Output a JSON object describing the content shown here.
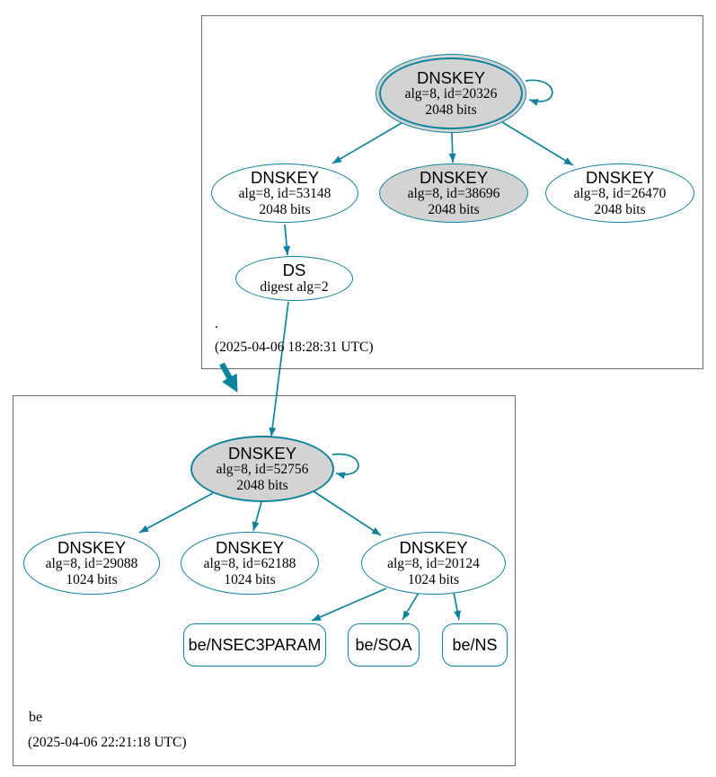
{
  "diagram_type": "dnssec-authentication-chain",
  "colors": {
    "accent_teal": "#0e839c",
    "highlight_fill": "#d3d3d3",
    "zone_box_border": "#6e6e6e"
  },
  "zones": [
    {
      "name": ".",
      "timestamp": "(2025-04-06 18:28:31 UTC)",
      "nodes": {
        "ksk": {
          "title": "DNSKEY",
          "detail": "alg=8, id=20326",
          "bits": "2048 bits"
        },
        "zsk1": {
          "title": "DNSKEY",
          "detail": "alg=8, id=53148",
          "bits": "2048 bits"
        },
        "zsk2": {
          "title": "DNSKEY",
          "detail": "alg=8, id=38696",
          "bits": "2048 bits"
        },
        "zsk3": {
          "title": "DNSKEY",
          "detail": "alg=8, id=26470",
          "bits": "2048 bits"
        },
        "ds": {
          "title": "DS",
          "detail": "digest alg=2"
        }
      }
    },
    {
      "name": "be",
      "timestamp": "(2025-04-06 22:21:18 UTC)",
      "nodes": {
        "ksk": {
          "title": "DNSKEY",
          "detail": "alg=8, id=52756",
          "bits": "2048 bits"
        },
        "zsk1": {
          "title": "DNSKEY",
          "detail": "alg=8, id=29088",
          "bits": "1024 bits"
        },
        "zsk2": {
          "title": "DNSKEY",
          "detail": "alg=8, id=62188",
          "bits": "1024 bits"
        },
        "zsk3": {
          "title": "DNSKEY",
          "detail": "alg=8, id=20124",
          "bits": "1024 bits"
        },
        "rrsets": [
          {
            "label": "be/NSEC3PARAM"
          },
          {
            "label": "be/SOA"
          },
          {
            "label": "be/NS"
          }
        ]
      }
    }
  ]
}
